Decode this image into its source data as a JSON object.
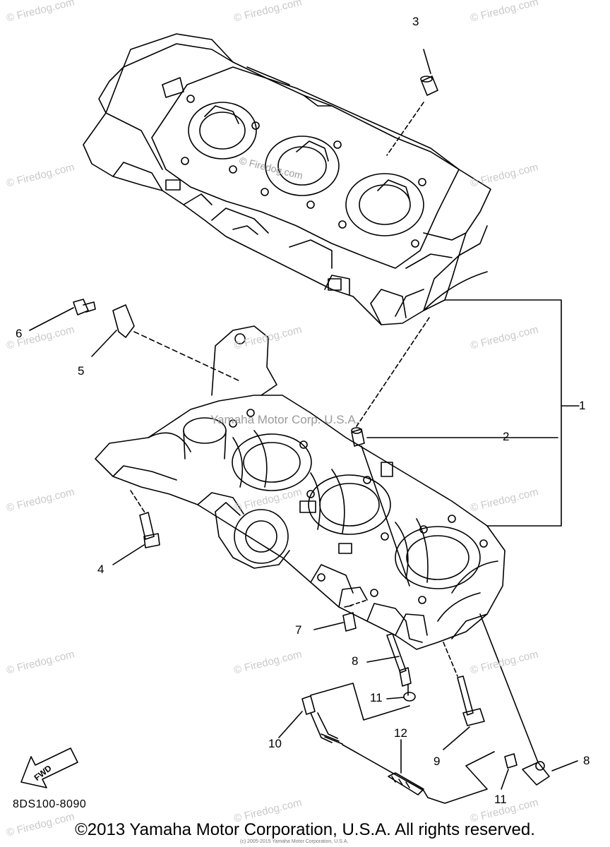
{
  "diagram": {
    "watermark": "© Firedog.com",
    "center_watermark": "Yamaha Motor Corp. U.S.A.",
    "upper_watermark": "© Firedog.com",
    "part_callouts": [
      "1",
      "2",
      "3",
      "4",
      "5",
      "6",
      "7",
      "8",
      "8",
      "9",
      "10",
      "11",
      "11",
      "12"
    ],
    "fwd_label": "FWD",
    "diagram_code": "8DS100-8090",
    "copyright": "©2013 Yamaha Motor Corporation, U.S.A. All rights reserved.",
    "tiny_copyright": "(c) 2005-2015 Yamaha Motor Corporation, U.S.A."
  }
}
